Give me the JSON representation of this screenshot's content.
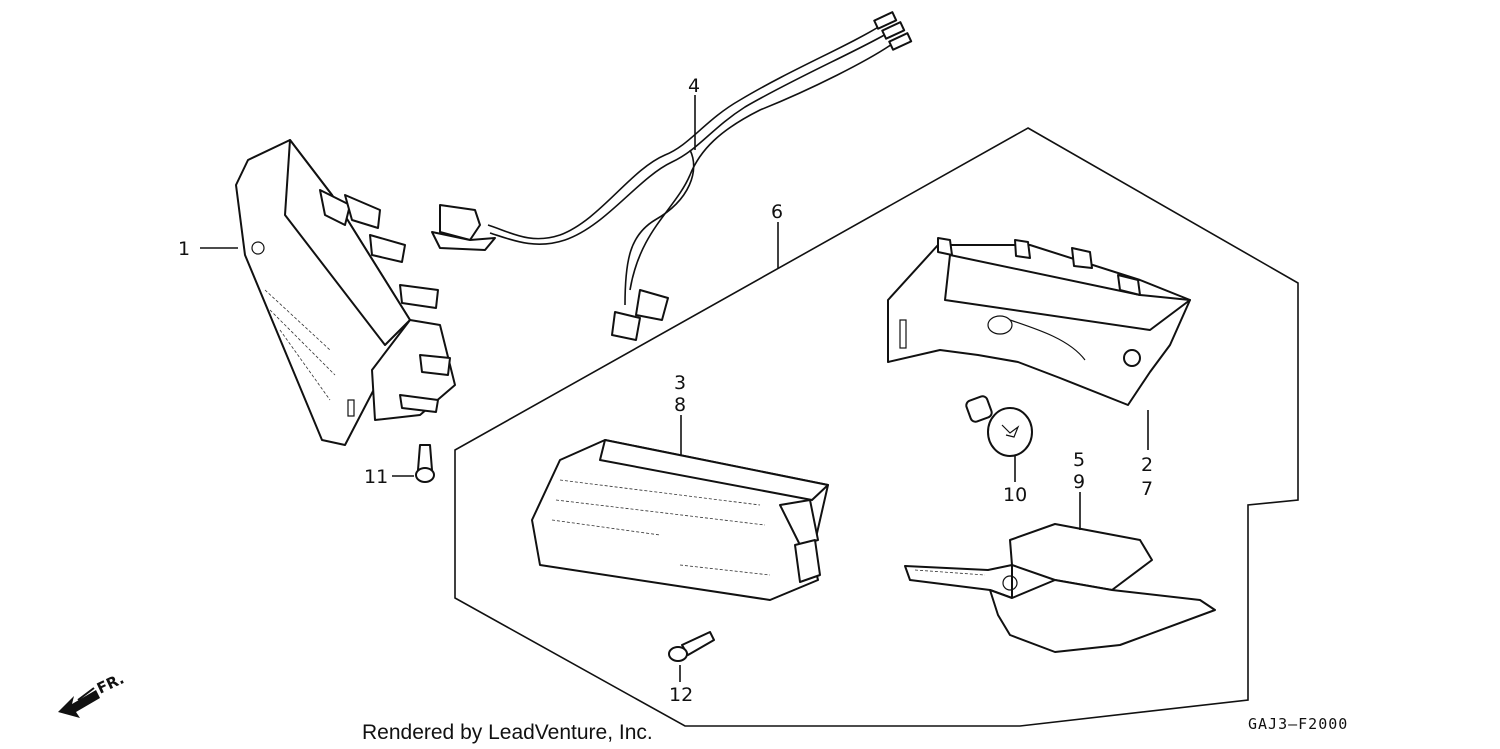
{
  "callouts": {
    "c1": "1",
    "c2": "2",
    "c3": "3",
    "c4": "4",
    "c5": "5",
    "c6": "6",
    "c7": "7",
    "c8": "8",
    "c9": "9",
    "c10": "10",
    "c11": "11",
    "c12": "12"
  },
  "direction": {
    "label": "FR."
  },
  "footer": {
    "credit": "Rendered by LeadVenture, Inc.",
    "diagram_code": "GAJ3–F2000"
  },
  "icons": [
    "front-direction-arrow-icon"
  ]
}
